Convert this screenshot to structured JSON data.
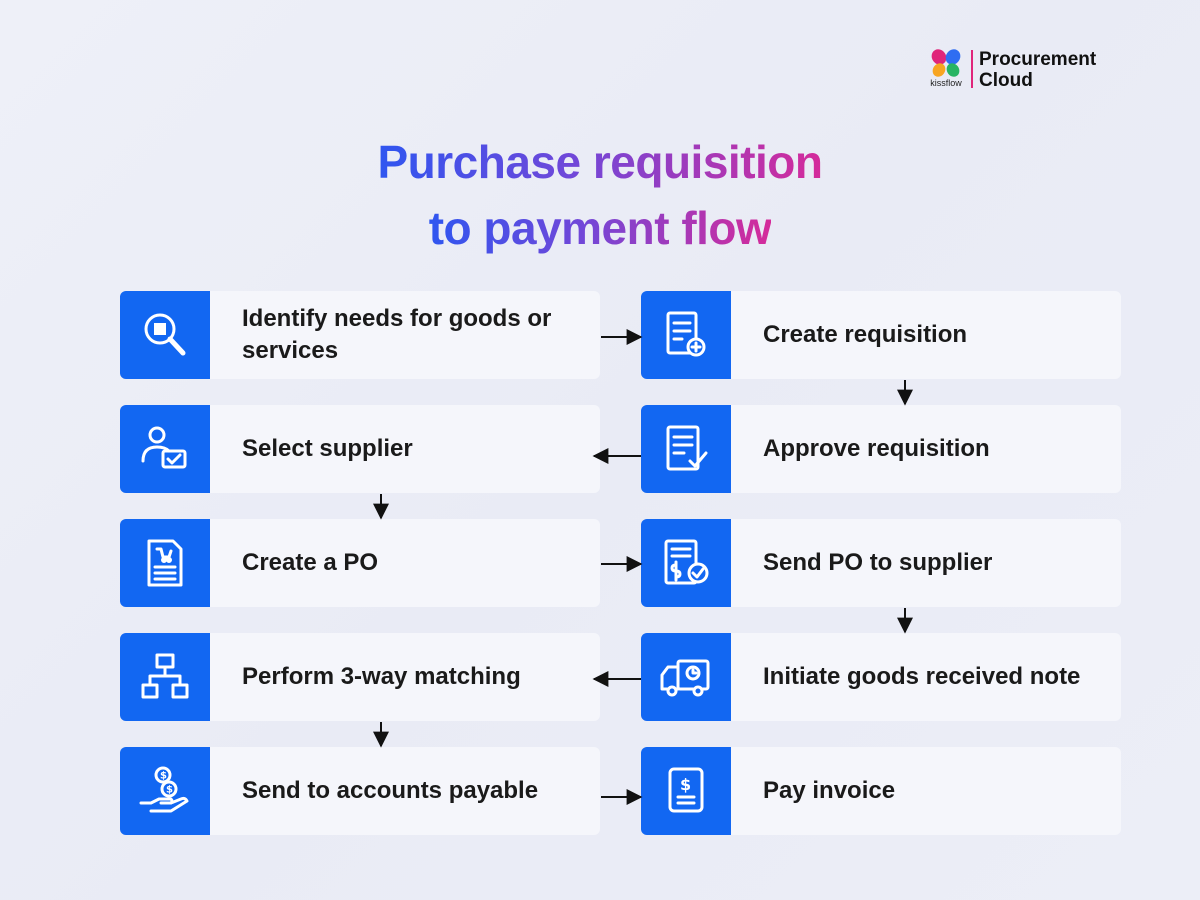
{
  "brand": {
    "logo_word": "kissflow",
    "product_line1": "Procurement",
    "product_line2": "Cloud"
  },
  "title": {
    "line1": "Purchase requisition",
    "line2": "to payment flow"
  },
  "steps": [
    {
      "label": "Identify needs for goods or services",
      "icon": "search-box-icon"
    },
    {
      "label": "Create requisition",
      "icon": "document-plus-icon"
    },
    {
      "label": "Approve requisition",
      "icon": "document-check-icon"
    },
    {
      "label": "Select supplier",
      "icon": "person-check-icon"
    },
    {
      "label": "Create a PO",
      "icon": "purchase-order-icon"
    },
    {
      "label": "Send PO to supplier",
      "icon": "invoice-check-icon"
    },
    {
      "label": "Initiate goods received note",
      "icon": "delivery-truck-icon"
    },
    {
      "label": "Perform 3-way matching",
      "icon": "hierarchy-icon"
    },
    {
      "label": "Send to accounts payable",
      "icon": "hand-money-icon"
    },
    {
      "label": "Pay invoice",
      "icon": "invoice-dollar-icon"
    }
  ],
  "colors": {
    "icon_bg": "#1267f2",
    "card_bg": "#f5f6fb",
    "title_gradient_start": "#2f56f0",
    "title_gradient_end": "#d52b9a",
    "arrow": "#111111"
  }
}
